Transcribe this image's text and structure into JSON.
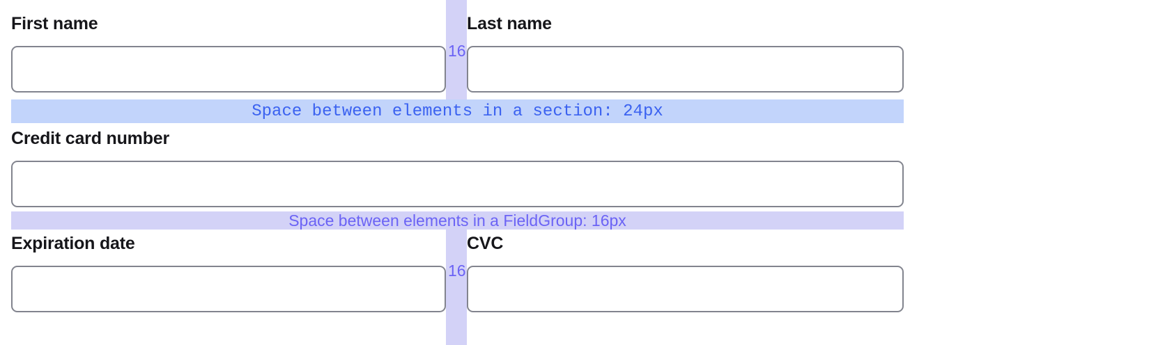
{
  "colors": {
    "label_text": "#16161a",
    "input_border": "#82848e",
    "input_background": "#ffffff",
    "section_band_background": "#c2d4fb",
    "section_band_text": "#3b62f0",
    "fieldgroup_band_background": "#d3d2f7",
    "fieldgroup_band_text": "#6b63f5",
    "page_background": "#ffffff"
  },
  "form": {
    "rows": [
      {
        "name": "name-row",
        "fields": [
          {
            "label": "First name",
            "value": "",
            "placeholder": ""
          },
          {
            "label": "Last name",
            "value": "",
            "placeholder": ""
          }
        ],
        "column_gap_label": "16"
      },
      {
        "name": "credit-card-row",
        "fields": [
          {
            "label": "Credit card number",
            "value": "",
            "placeholder": ""
          }
        ],
        "column_gap_label": ""
      },
      {
        "name": "expiry-cvc-row",
        "fields": [
          {
            "label": "Expiration date",
            "value": "",
            "placeholder": ""
          },
          {
            "label": "CVC",
            "value": "",
            "placeholder": ""
          }
        ],
        "column_gap_label": "16"
      }
    ]
  },
  "annotations": {
    "section_gap": {
      "text": "Space between elements in a section: 24px",
      "value": "24px"
    },
    "fieldgroup_gap": {
      "text": "Space between elements in a FieldGroup: 16px",
      "value": "16px"
    },
    "column_gap_top": "16",
    "column_gap_bottom": "16"
  }
}
